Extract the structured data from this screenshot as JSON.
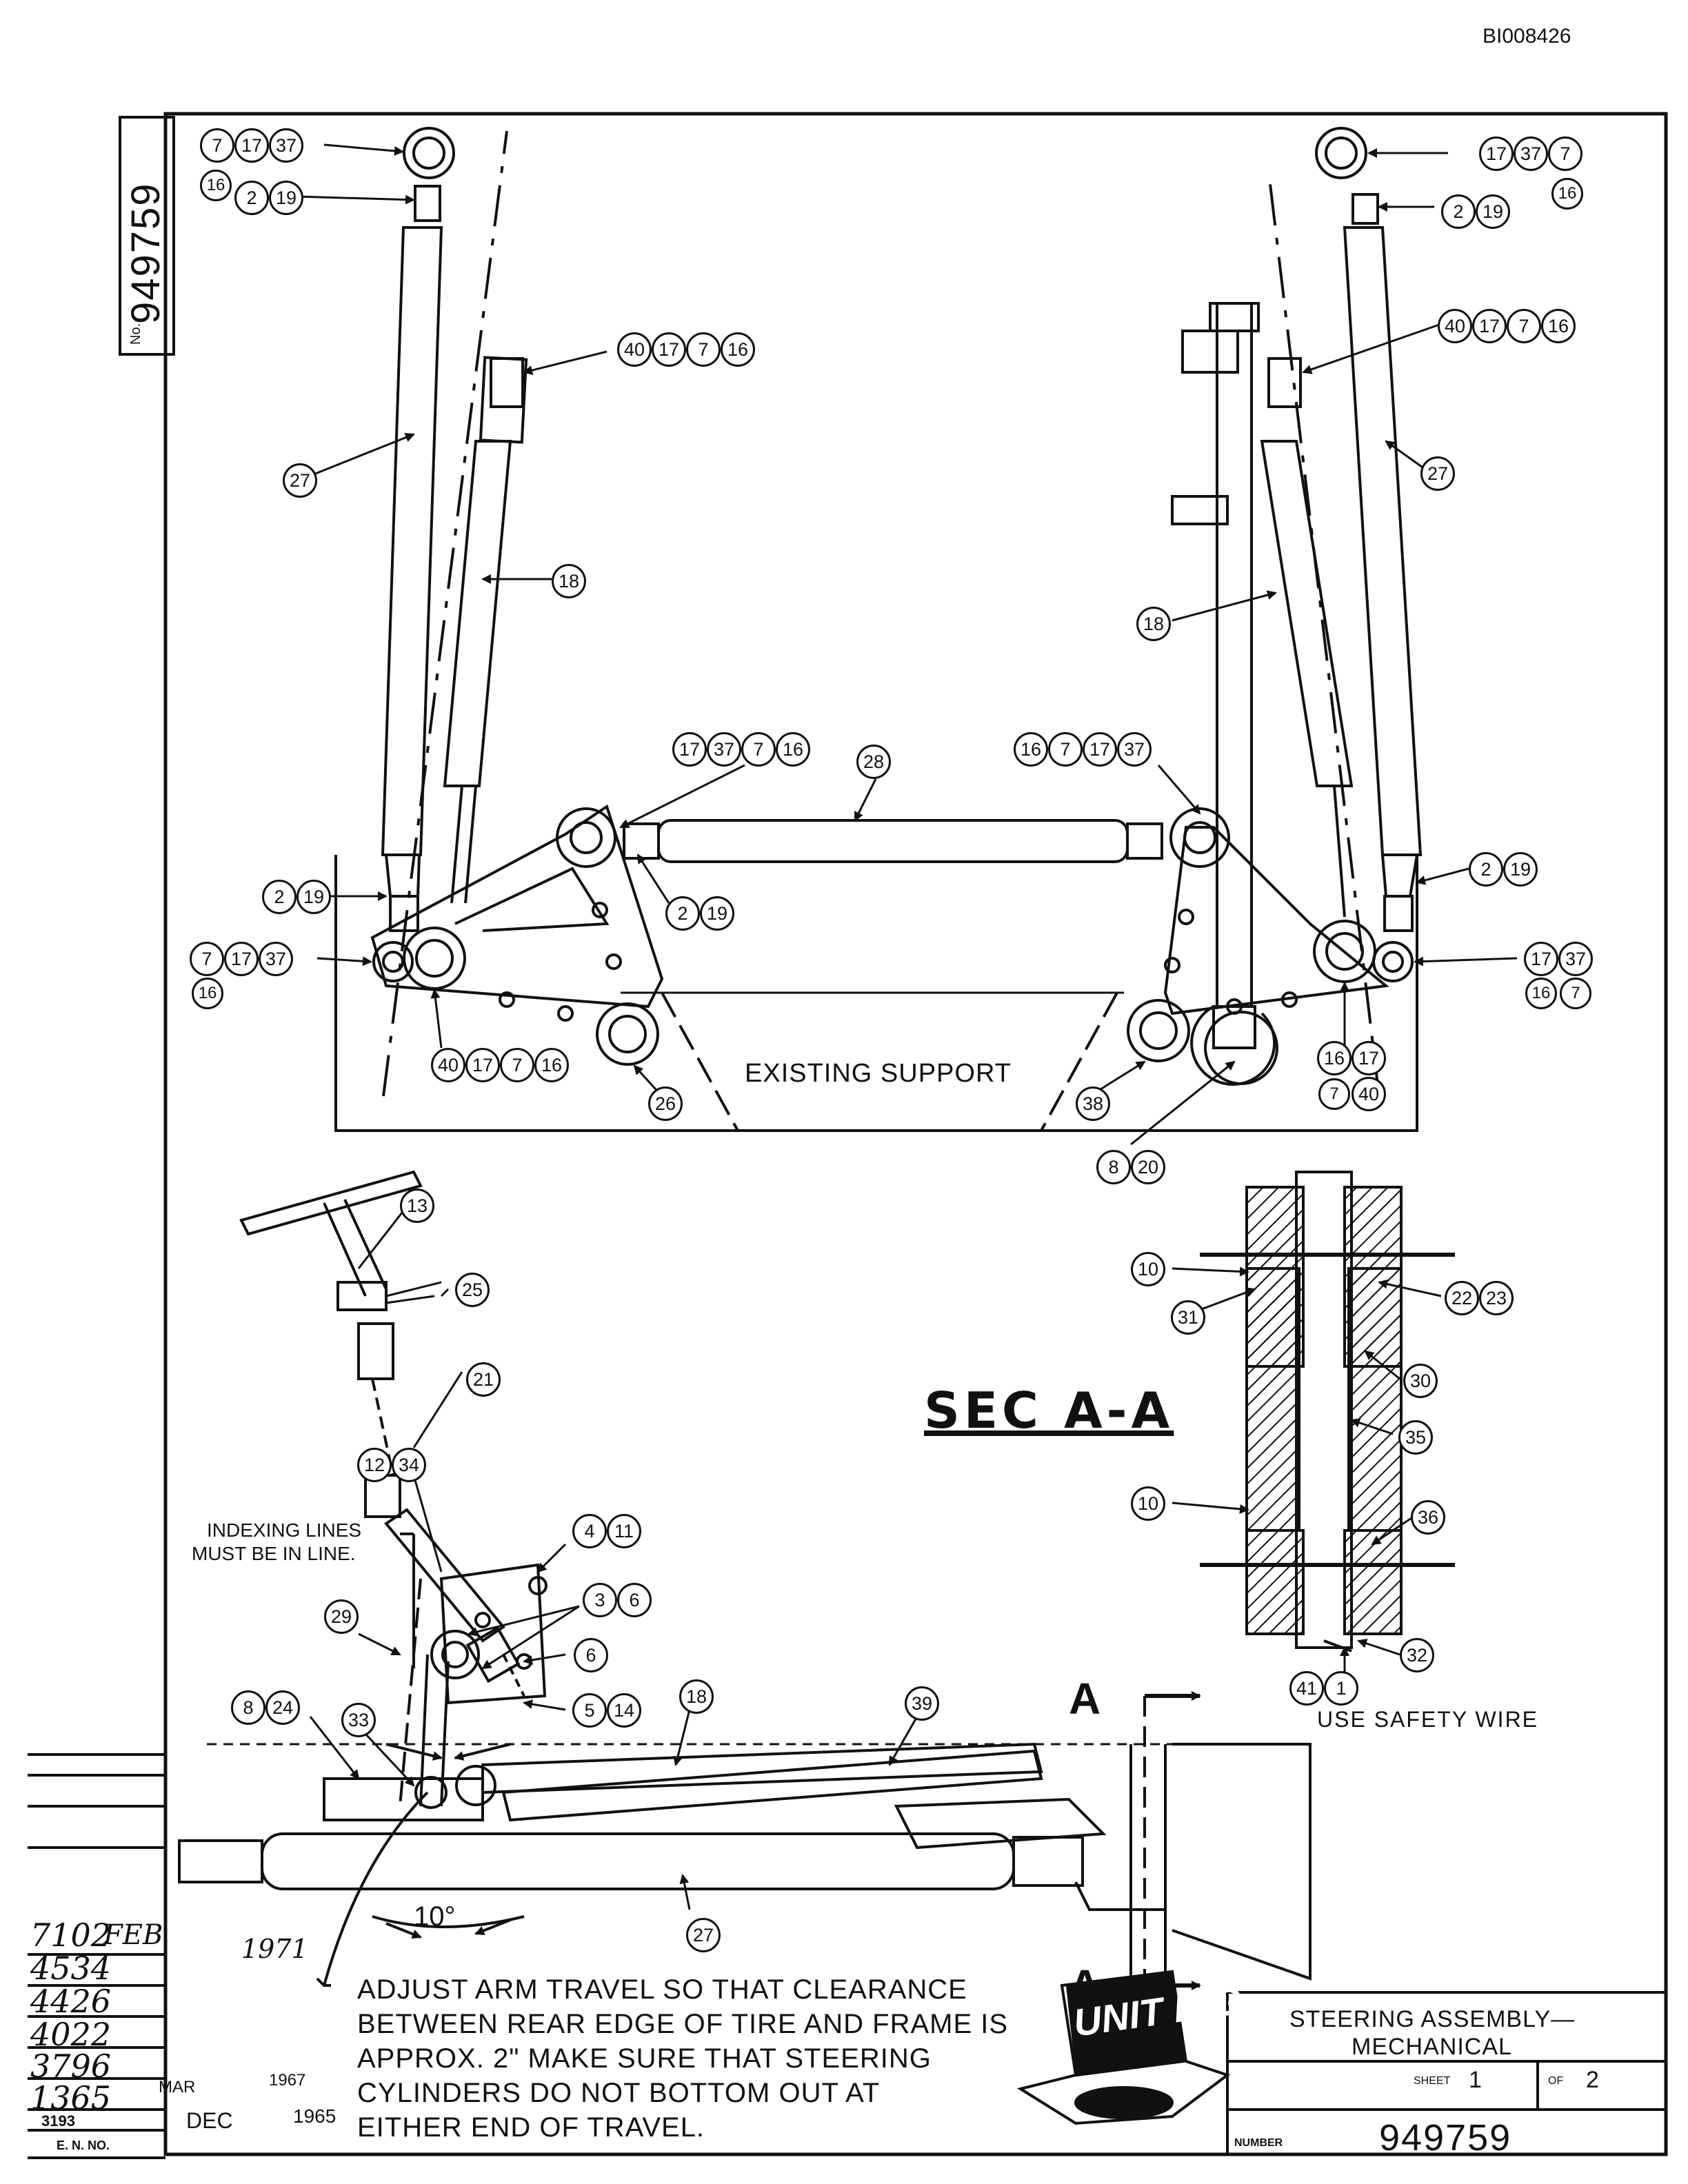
{
  "doc_ref": "BI008426",
  "drawing_number": "949759",
  "drawing_number_label": "No.",
  "title_block": {
    "title_line1": "STEERING ASSEMBLY—",
    "title_line2": "MECHANICAL",
    "sheet_label": "SHEET",
    "sheet_no": "1",
    "of_label": "OF",
    "sheet_total": "2",
    "number_label": "NUMBER",
    "number": "949759"
  },
  "logo": {
    "brand": "UNIT RIG"
  },
  "revisions": {
    "label": "E. N. NO.",
    "entries": [
      "7102",
      "4534",
      "4426",
      "4022",
      "3796",
      "1365",
      "3193"
    ],
    "date_notes": {
      "feb": "FEB",
      "feb_year": "1971",
      "mar": "MAR",
      "mar_year": "1967",
      "dec": "DEC",
      "dec_year": "1965"
    }
  },
  "notes": {
    "existing_support": "EXISTING SUPPORT",
    "section": "SEC A-A",
    "indexing_line1": "INDEXING LINES",
    "indexing_line2": "MUST BE IN LINE.",
    "safety_wire": "USE SAFETY WIRE",
    "section_marker": "A",
    "angle": "10°",
    "adjust_lines": [
      "ADJUST ARM TRAVEL SO THAT CLEARANCE",
      "BETWEEN REAR EDGE OF TIRE AND FRAME IS",
      "APPROX. 2\" MAKE SURE THAT STEERING",
      "CYLINDERS DO NOT BOTTOM OUT AT",
      "EITHER END OF TRAVEL."
    ]
  },
  "callouts": [
    {
      "id": "c1",
      "n": "7"
    },
    {
      "id": "c2",
      "n": "17"
    },
    {
      "id": "c3",
      "n": "37"
    },
    {
      "id": "c4",
      "n": "16"
    },
    {
      "id": "c5",
      "n": "2"
    },
    {
      "id": "c6",
      "n": "19"
    },
    {
      "id": "c7",
      "n": "17"
    },
    {
      "id": "c8",
      "n": "37"
    },
    {
      "id": "c9",
      "n": "7"
    },
    {
      "id": "c10",
      "n": "16"
    },
    {
      "id": "c11",
      "n": "2"
    },
    {
      "id": "c12",
      "n": "19"
    },
    {
      "id": "c13",
      "n": "40"
    },
    {
      "id": "c14",
      "n": "17"
    },
    {
      "id": "c15",
      "n": "7"
    },
    {
      "id": "c16",
      "n": "16"
    },
    {
      "id": "c17",
      "n": "40"
    },
    {
      "id": "c18",
      "n": "17"
    },
    {
      "id": "c19",
      "n": "7"
    },
    {
      "id": "c20",
      "n": "16"
    },
    {
      "id": "c21",
      "n": "27"
    },
    {
      "id": "c22",
      "n": "27"
    },
    {
      "id": "c23",
      "n": "18"
    },
    {
      "id": "c24",
      "n": "18"
    },
    {
      "id": "c25",
      "n": "17"
    },
    {
      "id": "c26",
      "n": "37"
    },
    {
      "id": "c27",
      "n": "7"
    },
    {
      "id": "c28",
      "n": "16"
    },
    {
      "id": "c29",
      "n": "28"
    },
    {
      "id": "c30",
      "n": "16"
    },
    {
      "id": "c31",
      "n": "7"
    },
    {
      "id": "c32",
      "n": "17"
    },
    {
      "id": "c33",
      "n": "37"
    },
    {
      "id": "c34",
      "n": "2"
    },
    {
      "id": "c35",
      "n": "19"
    },
    {
      "id": "c36",
      "n": "2"
    },
    {
      "id": "c37",
      "n": "19"
    },
    {
      "id": "c38",
      "n": "2"
    },
    {
      "id": "c39",
      "n": "19"
    },
    {
      "id": "c40",
      "n": "7"
    },
    {
      "id": "c41",
      "n": "17"
    },
    {
      "id": "c42",
      "n": "37"
    },
    {
      "id": "c43",
      "n": "16"
    },
    {
      "id": "c44",
      "n": "17"
    },
    {
      "id": "c45",
      "n": "37"
    },
    {
      "id": "c46",
      "n": "16"
    },
    {
      "id": "c47",
      "n": "7"
    },
    {
      "id": "c48",
      "n": "40"
    },
    {
      "id": "c49",
      "n": "17"
    },
    {
      "id": "c50",
      "n": "7"
    },
    {
      "id": "c51",
      "n": "16"
    },
    {
      "id": "c52",
      "n": "16"
    },
    {
      "id": "c53",
      "n": "17"
    },
    {
      "id": "c54",
      "n": "7"
    },
    {
      "id": "c55",
      "n": "40"
    },
    {
      "id": "c56",
      "n": "26"
    },
    {
      "id": "c57",
      "n": "38"
    },
    {
      "id": "c58",
      "n": "8"
    },
    {
      "id": "c59",
      "n": "20"
    },
    {
      "id": "c60",
      "n": "13"
    },
    {
      "id": "c61",
      "n": "25"
    },
    {
      "id": "c62",
      "n": "21"
    },
    {
      "id": "c63",
      "n": "12"
    },
    {
      "id": "c64",
      "n": "34"
    },
    {
      "id": "c65",
      "n": "4"
    },
    {
      "id": "c66",
      "n": "11"
    },
    {
      "id": "c67",
      "n": "3"
    },
    {
      "id": "c68",
      "n": "6"
    },
    {
      "id": "c69",
      "n": "6"
    },
    {
      "id": "c70",
      "n": "5"
    },
    {
      "id": "c71",
      "n": "14"
    },
    {
      "id": "c72",
      "n": "29"
    },
    {
      "id": "c73",
      "n": "8"
    },
    {
      "id": "c74",
      "n": "24"
    },
    {
      "id": "c75",
      "n": "33"
    },
    {
      "id": "c76",
      "n": "18"
    },
    {
      "id": "c77",
      "n": "39"
    },
    {
      "id": "c78",
      "n": "27"
    },
    {
      "id": "c79",
      "n": "10"
    },
    {
      "id": "c80",
      "n": "31"
    },
    {
      "id": "c81",
      "n": "22"
    },
    {
      "id": "c82",
      "n": "23"
    },
    {
      "id": "c83",
      "n": "30"
    },
    {
      "id": "c84",
      "n": "35"
    },
    {
      "id": "c85",
      "n": "10"
    },
    {
      "id": "c86",
      "n": "36"
    },
    {
      "id": "c87",
      "n": "32"
    },
    {
      "id": "c88",
      "n": "41"
    },
    {
      "id": "c89",
      "n": "1"
    }
  ]
}
